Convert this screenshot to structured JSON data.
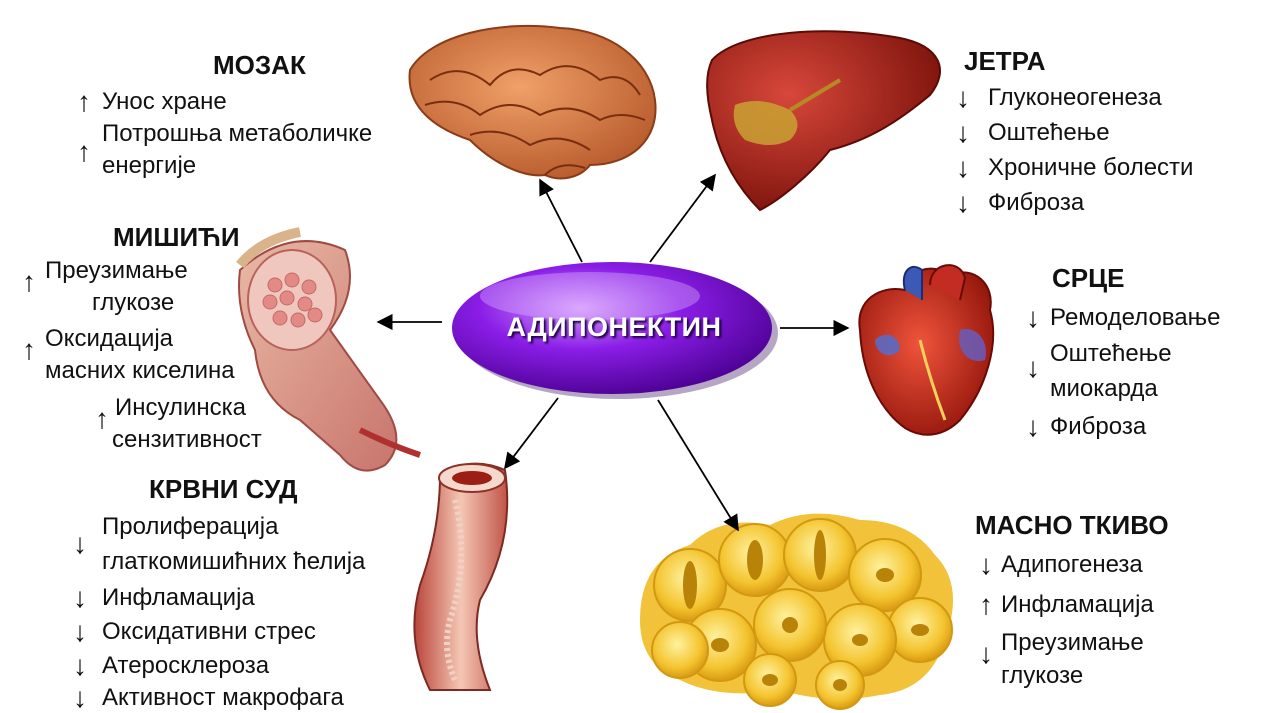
{
  "center": {
    "label": "АДИПОНЕКТИН"
  },
  "brain": {
    "title": "МОЗАК",
    "items": [
      {
        "arrow": "↑",
        "lines": [
          "Унос хране"
        ]
      },
      {
        "arrow": "↑",
        "lines": [
          "Потрошња метаболичке",
          "енергије"
        ]
      }
    ]
  },
  "liver": {
    "title": "ЈЕТРА",
    "items": [
      {
        "arrow": "↓",
        "lines": [
          "Глуконеогенеза"
        ]
      },
      {
        "arrow": "↓",
        "lines": [
          "Оштећење"
        ]
      },
      {
        "arrow": "↓",
        "lines": [
          "Хроничне болести"
        ]
      },
      {
        "arrow": "↓",
        "lines": [
          "Фиброза"
        ]
      }
    ]
  },
  "muscle": {
    "title": "МИШИЋИ",
    "items": [
      {
        "arrow": "↑",
        "lines": [
          "Преузимање",
          "глукозе"
        ]
      },
      {
        "arrow": "↑",
        "lines": [
          "Оксидација",
          "масних киселина"
        ]
      },
      {
        "arrow": "↑",
        "lines": [
          "Инсулинска",
          "сензитивност"
        ]
      }
    ]
  },
  "heart": {
    "title": "СРЦЕ",
    "items": [
      {
        "arrow": "↓",
        "lines": [
          "Ремоделовање"
        ]
      },
      {
        "arrow": "↓",
        "lines": [
          "Оштећење",
          "миокарда"
        ]
      },
      {
        "arrow": "↓",
        "lines": [
          "Фиброза"
        ]
      }
    ]
  },
  "vessel": {
    "title": "КРВНИ СУД",
    "items": [
      {
        "arrow": "↓",
        "lines": [
          "Пролиферација",
          "глаткомишићних ћелија"
        ]
      },
      {
        "arrow": "↓",
        "lines": [
          "Инфламација"
        ]
      },
      {
        "arrow": "↓",
        "lines": [
          "Оксидативни стрес"
        ]
      },
      {
        "arrow": "↓",
        "lines": [
          "Атеросклероза"
        ]
      },
      {
        "arrow": "↓",
        "lines": [
          "Активност макрофага"
        ]
      }
    ]
  },
  "fat": {
    "title": "МАСНО ТКИВО",
    "items": [
      {
        "arrow": "↓",
        "lines": [
          "Адипогенеза"
        ]
      },
      {
        "arrow": "↑",
        "lines": [
          "Инфламација"
        ]
      },
      {
        "arrow": "↓",
        "lines": [
          "Преузимање",
          "глукозе"
        ]
      }
    ]
  },
  "colors": {
    "ellipse_light": "#c77bff",
    "ellipse_dark": "#5e00b0",
    "brain": "#d97a45",
    "liver": "#b8281c",
    "heart": "#c8231a",
    "fat": "#f2b826",
    "vessel": "#c85a4a"
  }
}
